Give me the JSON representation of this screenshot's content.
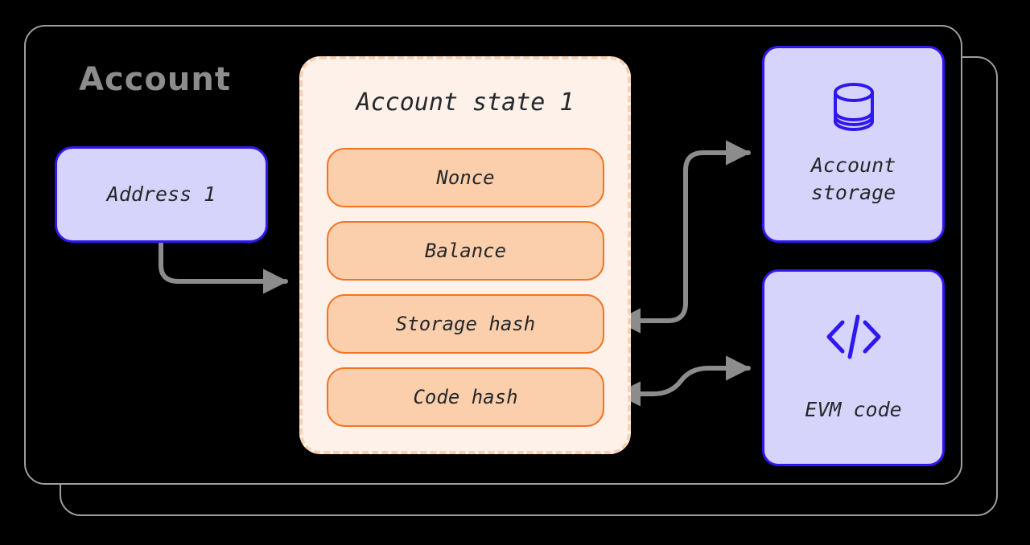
{
  "diagram": {
    "title": "Account",
    "container_label": "Account",
    "colors": {
      "canvas_background": "#000000",
      "container_border": "#9e9e9e",
      "title_text": "#8c8c8c",
      "node_fill": "#d6d4fb",
      "node_border": "#2f18ef",
      "state_panel_fill": "#fdf1ea",
      "state_panel_border": "#fad0b2",
      "field_fill": "#fbceac",
      "field_border": "#f4731f",
      "connector": "#8c8c8c",
      "body_text": "#25282a"
    }
  },
  "address_node": {
    "label": "Address 1"
  },
  "account_state": {
    "title": "Account state 1",
    "fields": [
      {
        "label": "Nonce"
      },
      {
        "label": "Balance"
      },
      {
        "label": "Storage hash"
      },
      {
        "label": "Code hash"
      }
    ]
  },
  "storage_node": {
    "icon": "database-icon",
    "label": "Account\nstorage"
  },
  "code_node": {
    "icon": "code-brackets-icon",
    "label": "EVM code"
  },
  "connectors": [
    {
      "name": "address-to-state",
      "from": "Address 1",
      "to": "Account state 1",
      "direction": "forward"
    },
    {
      "name": "storage-hash-to-storage",
      "from": "Storage hash",
      "to": "Account storage",
      "direction": "both"
    },
    {
      "name": "code-hash-to-evm-code",
      "from": "Code hash",
      "to": "EVM code",
      "direction": "both"
    }
  ]
}
